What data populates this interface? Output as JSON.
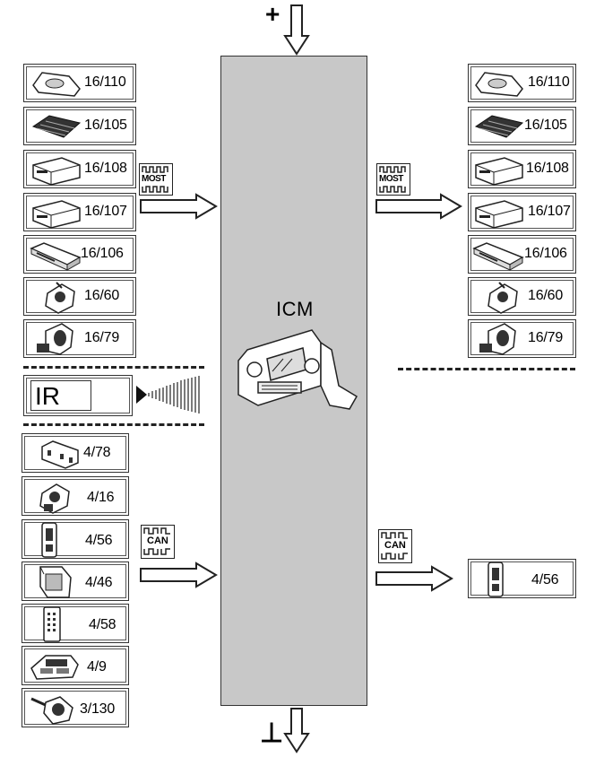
{
  "icm": {
    "label": "ICM"
  },
  "power": {
    "positive": "+",
    "ground": "⊥"
  },
  "protocols": {
    "most": "MOST",
    "can": "CAN"
  },
  "ir": {
    "label": "IR"
  },
  "most_left": [
    "16/110",
    "16/105",
    "16/108",
    "16/107",
    "16/106",
    "16/60",
    "16/79"
  ],
  "most_right": [
    "16/110",
    "16/105",
    "16/108",
    "16/107",
    "16/106",
    "16/60",
    "16/79"
  ],
  "can_left": [
    "4/78",
    "4/16",
    "4/56",
    "4/46",
    "4/58",
    "4/9",
    "3/130"
  ],
  "can_right": [
    "4/56"
  ],
  "icons": {
    "most_module": [
      "roof-unit-icon",
      "grille-module-icon",
      "box-module-icon",
      "box-module-icon",
      "flat-module-icon",
      "switch-icon",
      "steering-module-icon"
    ],
    "can_module": [
      "control-panel-icon",
      "switch-icon",
      "key-fob-icon",
      "seat-control-icon",
      "remote-icon",
      "console-icon",
      "steering-switch-icon"
    ],
    "icm_device": "radio-head-unit-icon",
    "ir_signal": "ir-transmitter-icon"
  }
}
